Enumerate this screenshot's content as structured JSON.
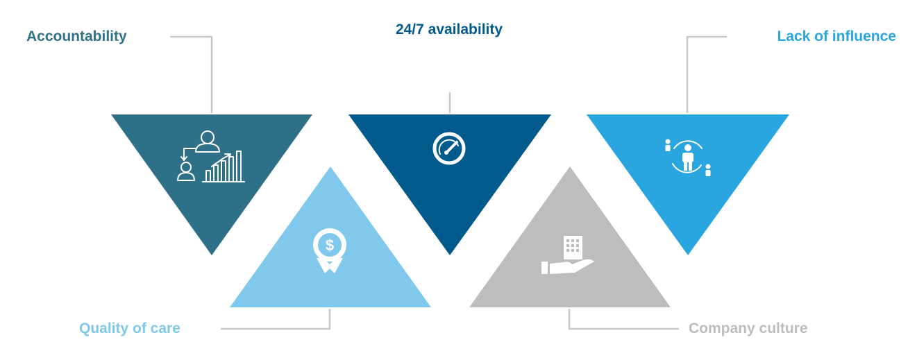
{
  "items": [
    {
      "label": "Accountability",
      "icon": "org-chart-growth-icon",
      "color": "#2e7088"
    },
    {
      "label": "24/7 availability",
      "icon": "speedometer-icon",
      "color": "#015a8c"
    },
    {
      "label": "Lack of influence",
      "icon": "person-orbit-icon",
      "color": "#29a6df"
    },
    {
      "label": "Quality of care",
      "icon": "dollar-award-icon",
      "color": "#80c8ec"
    },
    {
      "label": "Company culture",
      "icon": "building-hand-icon",
      "color": "#bdbdbd"
    }
  ],
  "connector_color": "#c8c8c8"
}
